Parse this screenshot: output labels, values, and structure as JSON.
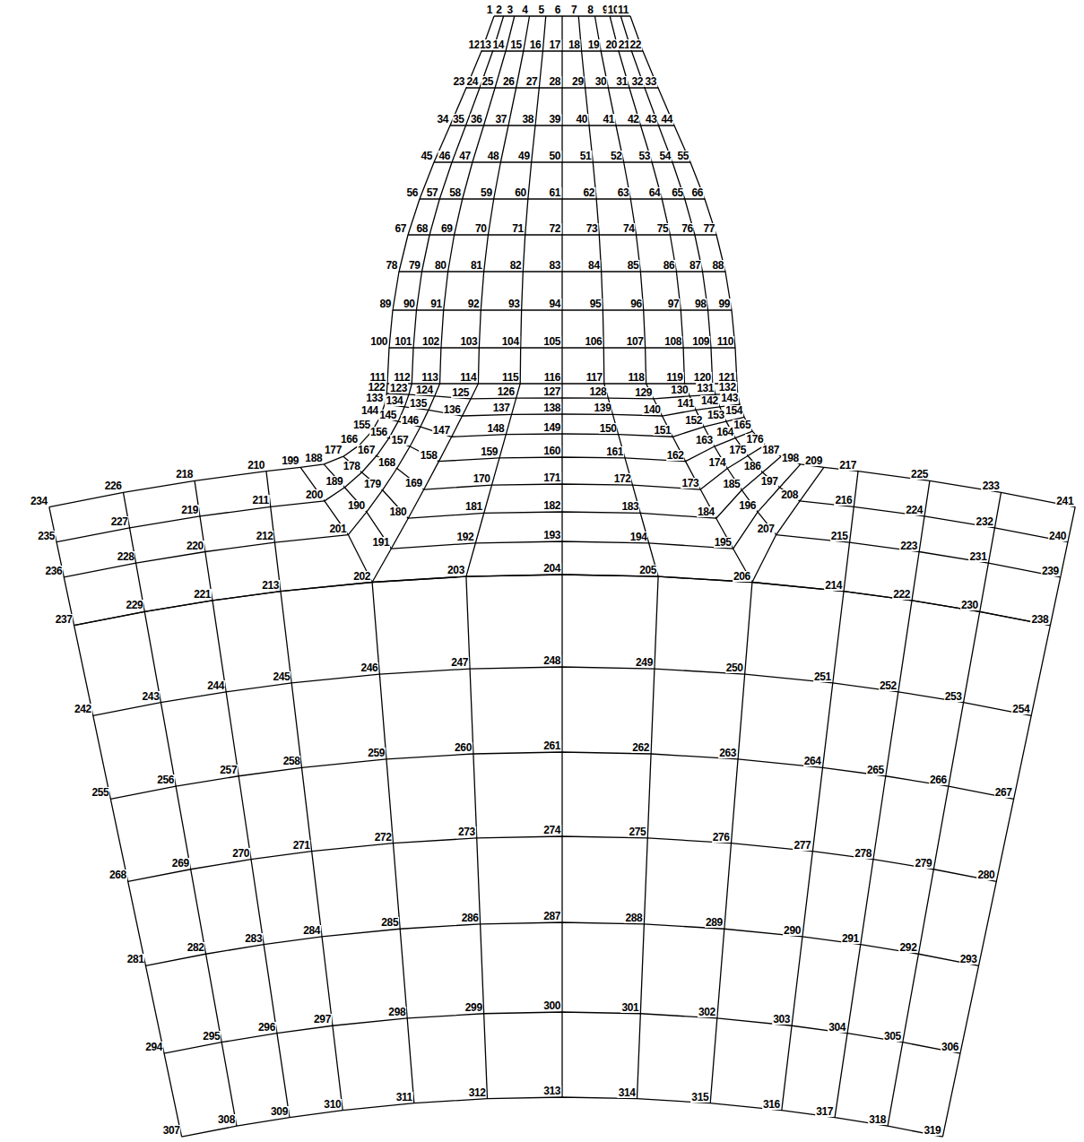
{
  "diagram": {
    "labels": [
      "1",
      "2",
      "3",
      "4",
      "5",
      "6",
      "7",
      "8",
      "9",
      "10",
      "11",
      "12",
      "13",
      "14",
      "15",
      "16",
      "17",
      "18",
      "19",
      "20",
      "21",
      "22",
      "23",
      "24",
      "25",
      "26",
      "27",
      "28",
      "29",
      "30",
      "31",
      "32",
      "33",
      "34",
      "35",
      "36",
      "37",
      "38",
      "39",
      "40",
      "41",
      "42",
      "43",
      "44",
      "45",
      "46",
      "47",
      "48",
      "49",
      "50",
      "51",
      "52",
      "53",
      "54",
      "55",
      "56",
      "57",
      "58",
      "59",
      "60",
      "61",
      "62",
      "63",
      "64",
      "65",
      "66",
      "67",
      "68",
      "69",
      "70",
      "71",
      "72",
      "73",
      "74",
      "75",
      "76",
      "77",
      "78",
      "79",
      "80",
      "81",
      "82",
      "83",
      "84",
      "85",
      "86",
      "87",
      "88",
      "89",
      "90",
      "91",
      "92",
      "93",
      "94",
      "95",
      "96",
      "97",
      "98",
      "99",
      "100",
      "101",
      "102",
      "103",
      "104",
      "105",
      "106",
      "107",
      "108",
      "109",
      "110",
      "111",
      "112",
      "113",
      "114",
      "115",
      "116",
      "117",
      "118",
      "119",
      "120",
      "121",
      "122",
      "123",
      "124",
      "125",
      "126",
      "127",
      "128",
      "129",
      "130",
      "131",
      "132",
      "133",
      "134",
      "135",
      "136",
      "137",
      "138",
      "139",
      "140",
      "141",
      "142",
      "143",
      "144",
      "145",
      "146",
      "147",
      "148",
      "149",
      "150",
      "151",
      "152",
      "153",
      "154",
      "155",
      "156",
      "157",
      "158",
      "159",
      "160",
      "161",
      "162",
      "163",
      "164",
      "165",
      "166",
      "167",
      "168",
      "169",
      "170",
      "171",
      "172",
      "173",
      "174",
      "175",
      "176",
      "177",
      "178",
      "179",
      "180",
      "181",
      "182",
      "183",
      "184",
      "185",
      "186",
      "187",
      "188",
      "189",
      "190",
      "191",
      "192",
      "193",
      "194",
      "195",
      "196",
      "197",
      "198",
      "199",
      "200",
      "201",
      "202",
      "203",
      "204",
      "205",
      "206",
      "207",
      "208",
      "209",
      "210",
      "211",
      "212",
      "213",
      "214",
      "215",
      "216",
      "217",
      "218",
      "219",
      "220",
      "221",
      "222",
      "223",
      "224",
      "225",
      "226",
      "227",
      "228",
      "229",
      "230",
      "231",
      "232",
      "233",
      "234",
      "235",
      "236",
      "237",
      "238",
      "239",
      "240",
      "241",
      "242",
      "243",
      "244",
      "245",
      "246",
      "247",
      "248",
      "249",
      "250",
      "251",
      "252",
      "253",
      "254",
      "255",
      "256",
      "257",
      "258",
      "259",
      "260",
      "261",
      "262",
      "263",
      "264",
      "265",
      "266",
      "267",
      "268",
      "269",
      "270",
      "271",
      "272",
      "273",
      "274",
      "275",
      "276",
      "277",
      "278",
      "279",
      "280",
      "281",
      "282",
      "283",
      "284",
      "285",
      "286",
      "287",
      "288",
      "289",
      "290",
      "291",
      "292",
      "293",
      "294",
      "295",
      "296",
      "297",
      "298",
      "299",
      "300",
      "301",
      "302",
      "303",
      "304",
      "305",
      "306",
      "307",
      "308",
      "309",
      "310",
      "311",
      "312",
      "313",
      "314",
      "315",
      "316",
      "317",
      "318",
      "319"
    ]
  }
}
